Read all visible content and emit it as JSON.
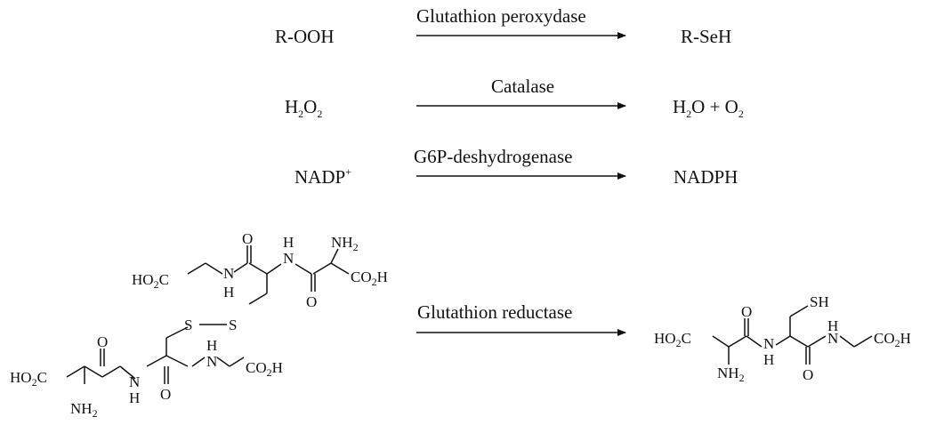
{
  "reactions": [
    {
      "reactant": "R-OOH",
      "enzyme": "Glutathion peroxydase",
      "product": "R-SeH"
    },
    {
      "reactant": "H2O2",
      "enzyme": "Catalase",
      "product": "H2O + O2"
    },
    {
      "reactant": "NADP+",
      "enzyme": "G6P-deshydrogenase",
      "product": "NADPH"
    },
    {
      "reactant": "glutathione disulfide (GSSG)",
      "enzyme": "Glutathion reductase",
      "product": "glutathione (GSH)"
    }
  ],
  "labels": {
    "r1_reactant": "R-OOH",
    "r1_enzyme": "Glutathion peroxydase",
    "r1_product": "R-SeH",
    "r2_reactant_main": "H",
    "r2_reactant_sub1": "2",
    "r2_reactant_o": "O",
    "r2_reactant_sub2": "2",
    "r2_enzyme": "Catalase",
    "r2_product_h": "H",
    "r2_product_sub1": "2",
    "r2_product_mid": "O + O",
    "r2_product_sub2": "2",
    "r3_reactant_main": "NADP",
    "r3_reactant_sup": "+",
    "r3_enzyme": "G6P-deshydrogenase",
    "r3_product": "NADPH",
    "r4_enzyme": "Glutathion reductase"
  },
  "atoms": {
    "O": "O",
    "N": "N",
    "H": "H",
    "S": "S",
    "SH": "SH",
    "NH": "NH",
    "sub2": "2",
    "HO": "HO",
    "C": "C",
    "CO": "CO",
    "OH": "H"
  },
  "colors": {
    "ink": "#111111",
    "background": "#ffffff"
  }
}
